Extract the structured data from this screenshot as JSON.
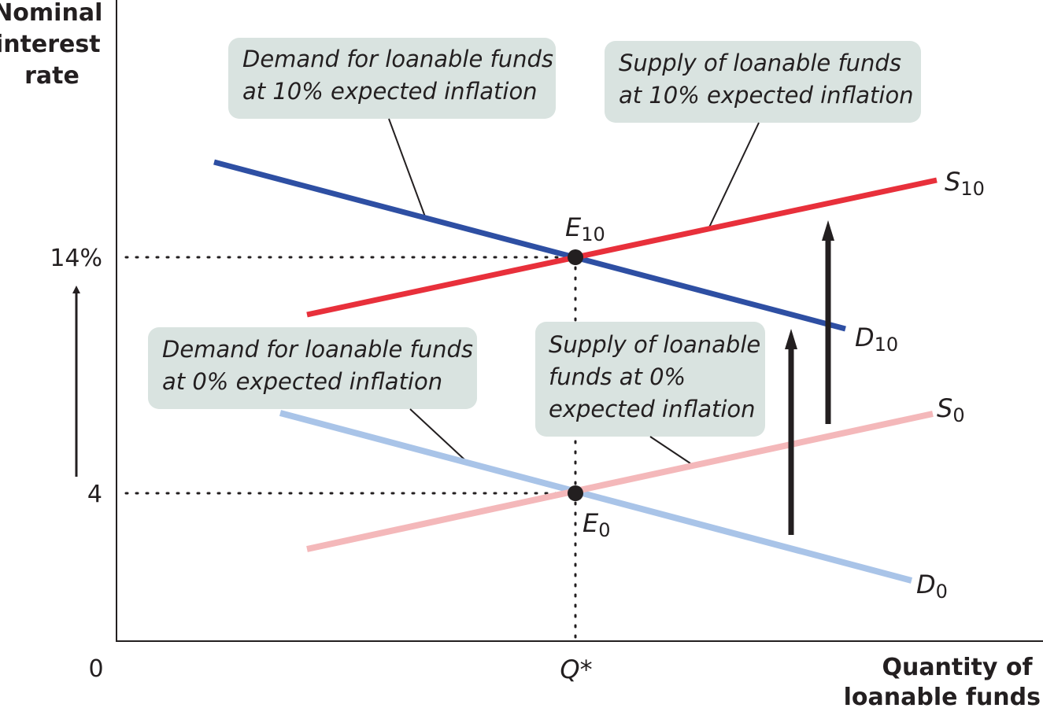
{
  "axes": {
    "y_title": [
      "Nominal",
      "interest",
      "rate"
    ],
    "x_title": [
      "Quantity of",
      "loanable funds"
    ],
    "origin": "0",
    "y_ticks": [
      "14%",
      "4"
    ],
    "x_tick": "Q*"
  },
  "curves": {
    "D10": {
      "main": "D",
      "sub": "10"
    },
    "S10": {
      "main": "S",
      "sub": "10"
    },
    "D0": {
      "main": "D",
      "sub": "0"
    },
    "S0": {
      "main": "S",
      "sub": "0"
    }
  },
  "points": {
    "E10": {
      "main": "E",
      "sub": "10"
    },
    "E0": {
      "main": "E",
      "sub": "0"
    }
  },
  "callouts": {
    "demand10": [
      "Demand for loanable funds",
      "at 10% expected inflation"
    ],
    "supply10": [
      "Supply of loanable funds",
      "at 10% expected inflation"
    ],
    "demand0": [
      "Demand for loanable funds",
      "at 0% expected inflation"
    ],
    "supply0": [
      "Supply of loanable",
      "funds at 0%",
      "expected inflation"
    ]
  },
  "colors": {
    "demand_10": "#2e4fa3",
    "supply_10": "#e8303b",
    "demand_0": "#a9c4e8",
    "supply_0": "#f4b8ba",
    "callout_bg": "#d9e3e0",
    "ink": "#231f20"
  }
}
